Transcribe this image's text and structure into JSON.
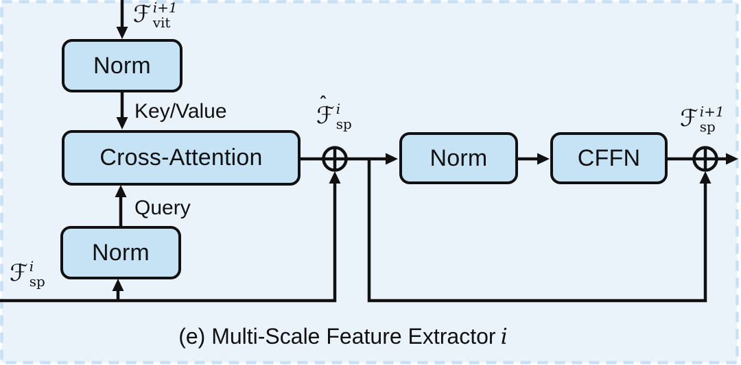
{
  "colors": {
    "outer_bg": "#ffffff",
    "canvas_bg": "#eaf2fa",
    "frame_border": "#c8e0f4",
    "box_fill": "#c6e2f5",
    "ink": "#111111"
  },
  "boxes": {
    "norm_top": {
      "label": "Norm"
    },
    "cross_attention": {
      "label": "Cross-Attention"
    },
    "norm_query": {
      "label": "Norm"
    },
    "norm_post": {
      "label": "Norm"
    },
    "cffn": {
      "label": "CFFN"
    }
  },
  "edge_labels": {
    "key_value": "Key/Value",
    "query": "Query"
  },
  "math_labels": {
    "f_vit_in": {
      "base": "ℱ",
      "sup": "i+1",
      "sub": "vit"
    },
    "f_sp_hat": {
      "base": "ℱ",
      "sup": "i",
      "sub": "sp",
      "hat": "ˆ"
    },
    "f_sp_in": {
      "base": "ℱ",
      "sup": "i",
      "sub": "sp"
    },
    "f_sp_out": {
      "base": "ℱ",
      "sup": "i+1",
      "sub": "sp"
    }
  },
  "caption": {
    "prefix": "(e) Multi-Scale Feature Extractor",
    "index_var": "i"
  }
}
